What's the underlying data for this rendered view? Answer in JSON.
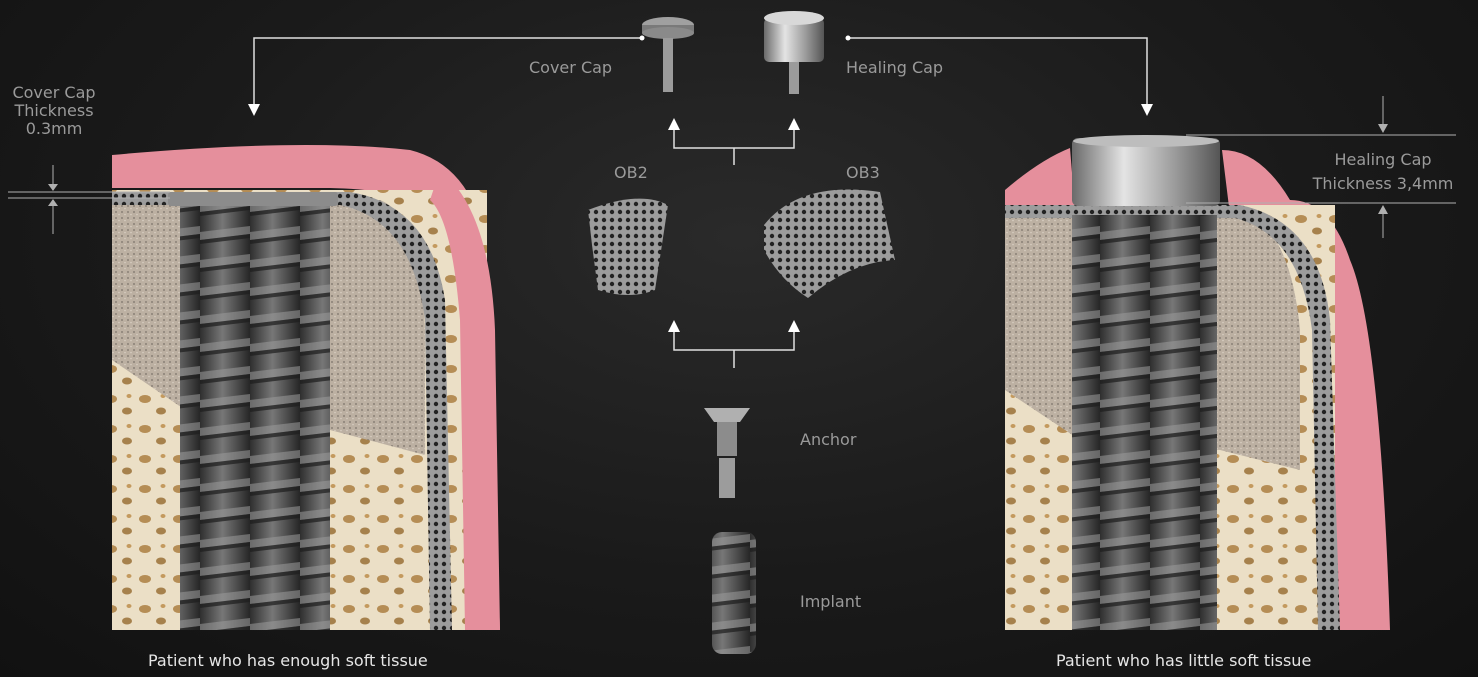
{
  "labels": {
    "cover_cap": "Cover Cap",
    "healing_cap": "Healing Cap",
    "ob2": "OB2",
    "ob3": "OB3",
    "anchor": "Anchor",
    "implant": "Implant",
    "cover_cap_thickness": [
      "Cover Cap",
      "Thickness",
      "0.3mm"
    ],
    "healing_cap_thickness": [
      "Healing Cap",
      "Thickness 3,4mm"
    ]
  },
  "captions": {
    "left": "Patient who has enough soft tissue",
    "right": "Patient who has little soft tissue"
  },
  "colors": {
    "gum": "#e58f9c",
    "bone": "#e8dcc4",
    "graft": "#b9ada0",
    "metal": "#6a6a6a",
    "line": "#e0e0e0"
  }
}
